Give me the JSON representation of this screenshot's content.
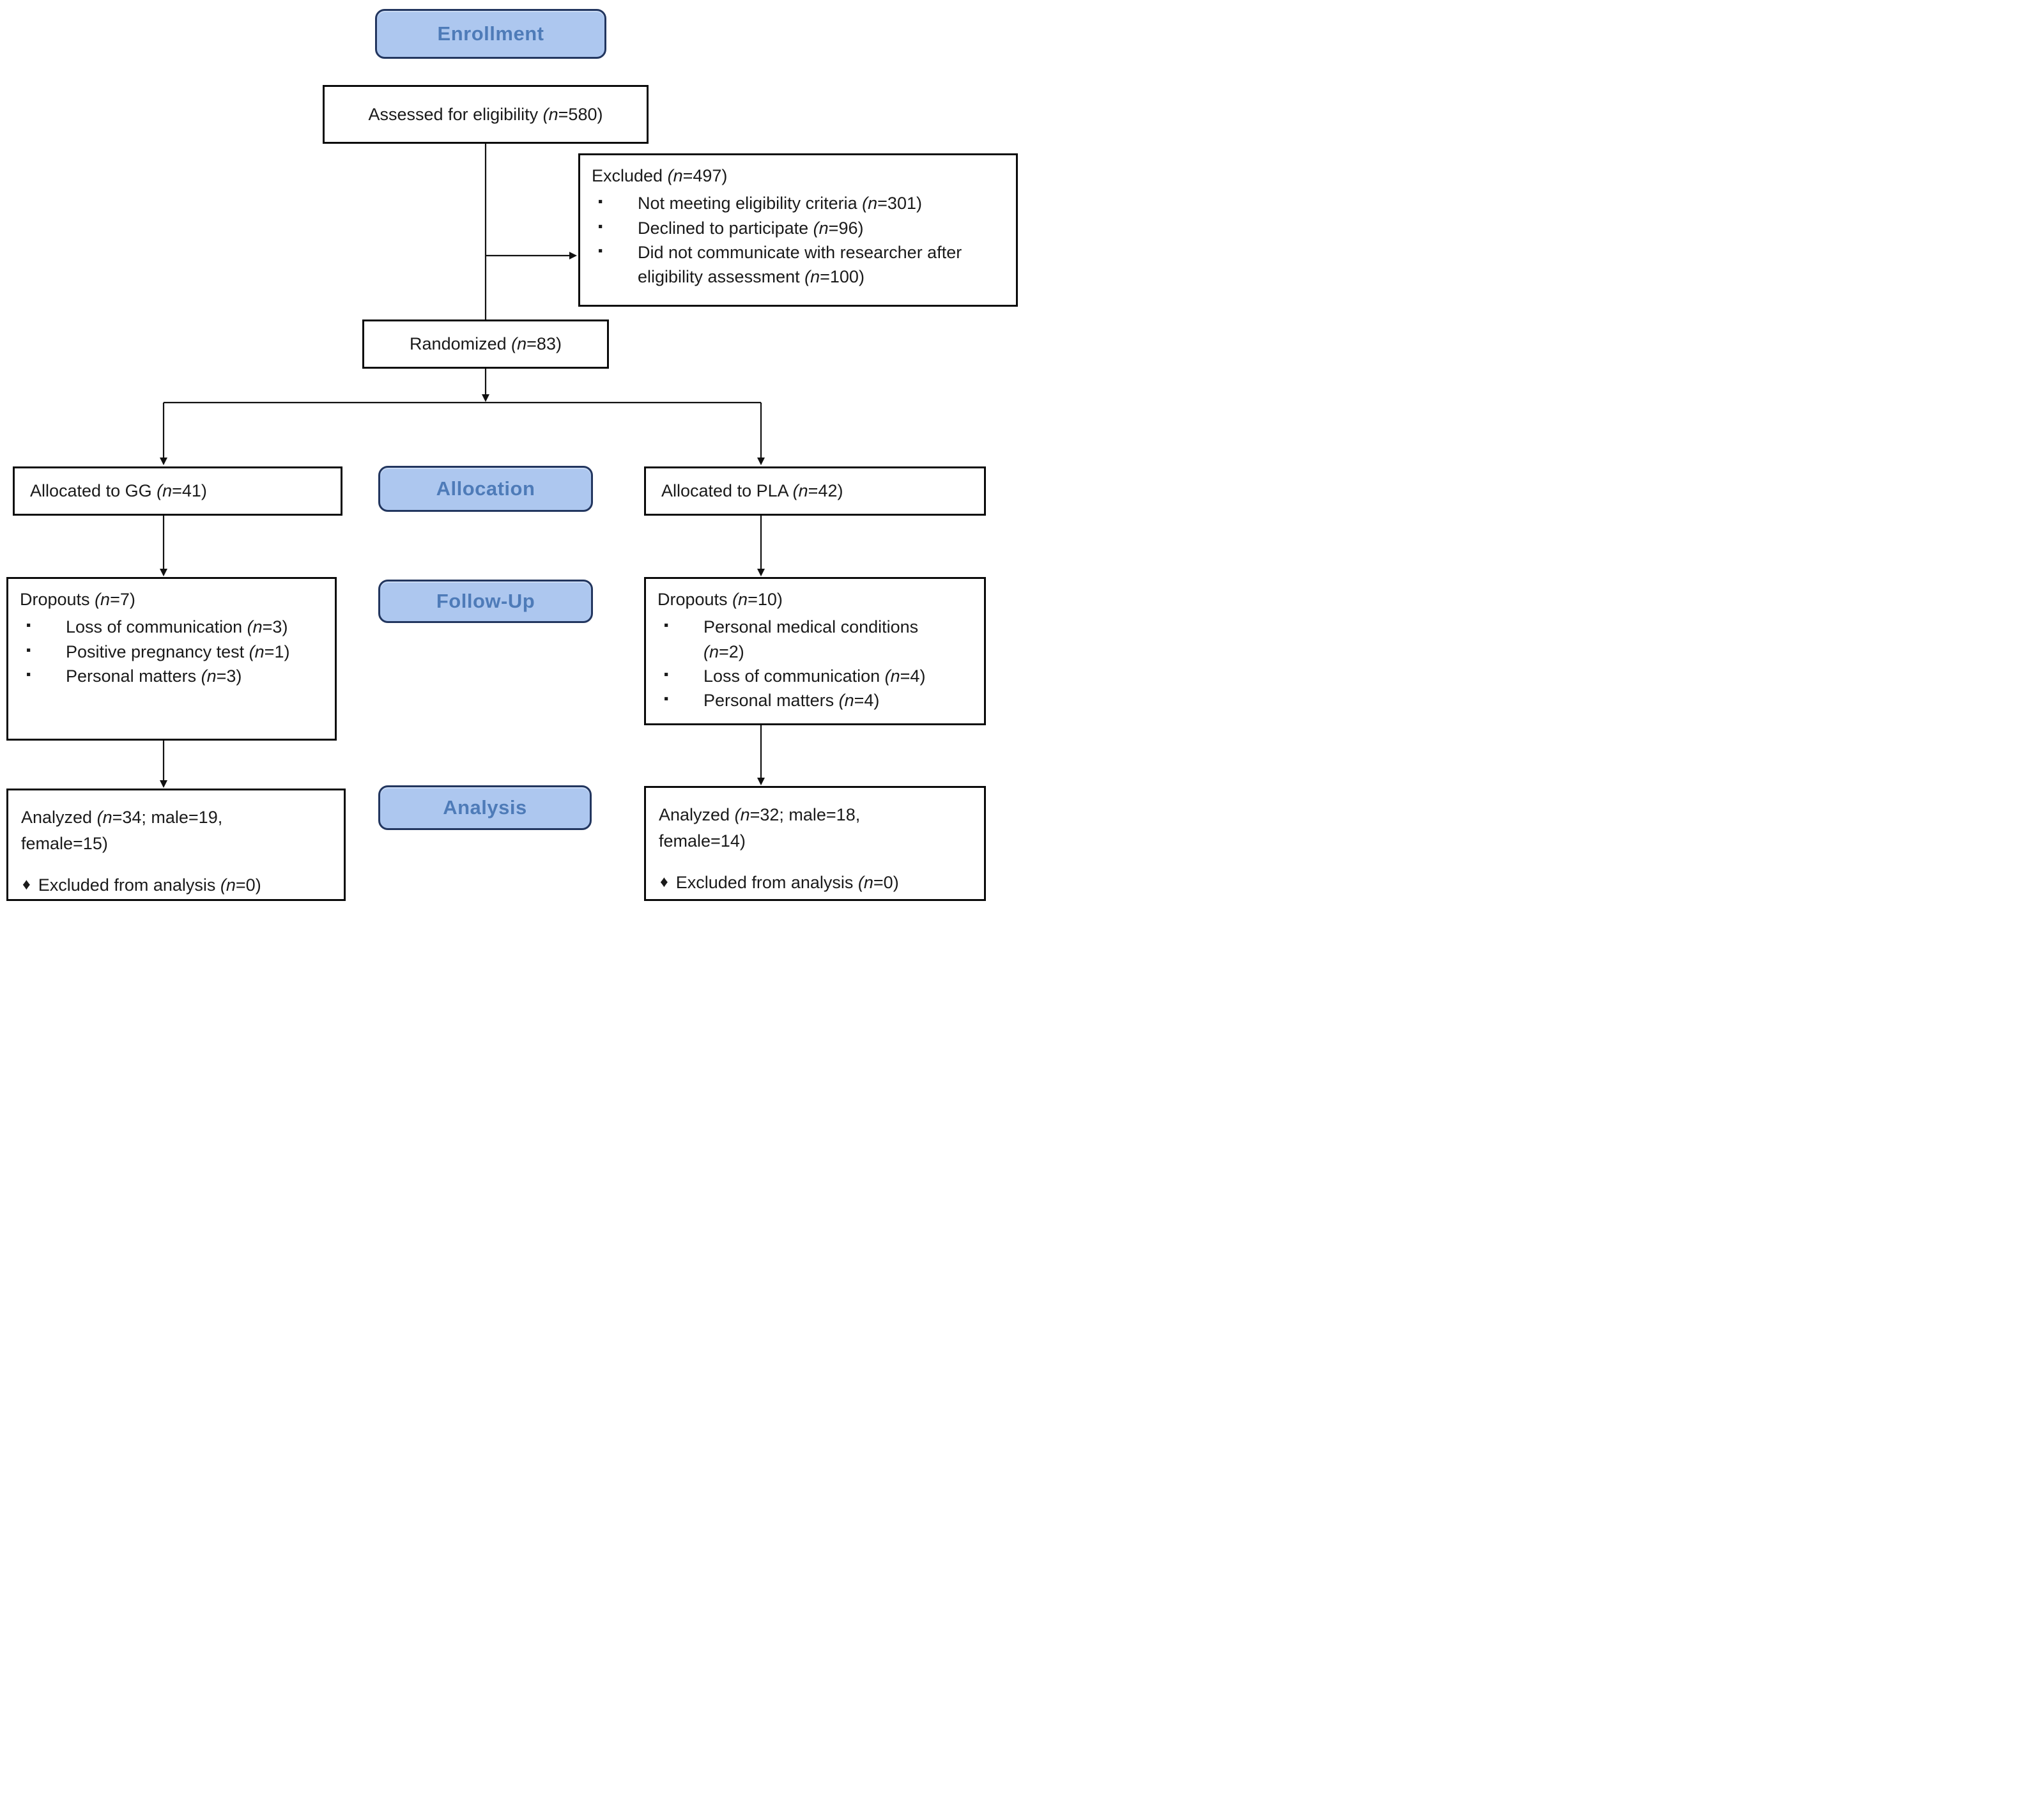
{
  "accent": {
    "header_fill": "#adc7ef",
    "header_border": "#22365f",
    "header_text": "#4e7bb8",
    "line_color": "#111111"
  },
  "glyphs": {
    "square_bullet": "▪",
    "diamond_bullet": "♦"
  },
  "headers": {
    "enrollment": "Enrollment",
    "allocation": "Allocation",
    "followup": "Follow-Up",
    "analysis": "Analysis"
  },
  "boxes": {
    "assessed": {
      "text": "Assessed for eligibility (n=580)"
    },
    "excluded": {
      "title": "Excluded (n=497)",
      "items": [
        "Not meeting eligibility criteria (n=301)",
        "Declined to participate (n=96)",
        "Did not communicate with researcher after eligibility assessment (n=100)"
      ]
    },
    "randomized": {
      "text": "Randomized (n=83)"
    },
    "allocated_gg": {
      "text": "Allocated to GG (n=41)"
    },
    "allocated_pla": {
      "text": "Allocated to PLA (n=42)"
    },
    "dropouts_gg": {
      "title": "Dropouts (n=7)",
      "items": [
        "Loss of communication (n=3)",
        "Positive pregnancy test (n=1)",
        "Personal matters (n=3)"
      ]
    },
    "dropouts_pla": {
      "title": "Dropouts (n=10)",
      "items": [
        "Personal medical conditions (n=2)",
        "Loss of communication (n=4)",
        "Personal matters (n=4)"
      ]
    },
    "analyzed_gg": {
      "line1": "Analyzed (n=34; male=19,",
      "line2": "female=15)",
      "item": "Excluded from analysis (n=0)"
    },
    "analyzed_pla": {
      "line1": "Analyzed (n=32; male=18,",
      "line2": "female=14)",
      "item": "Excluded from analysis (n=0)"
    }
  }
}
